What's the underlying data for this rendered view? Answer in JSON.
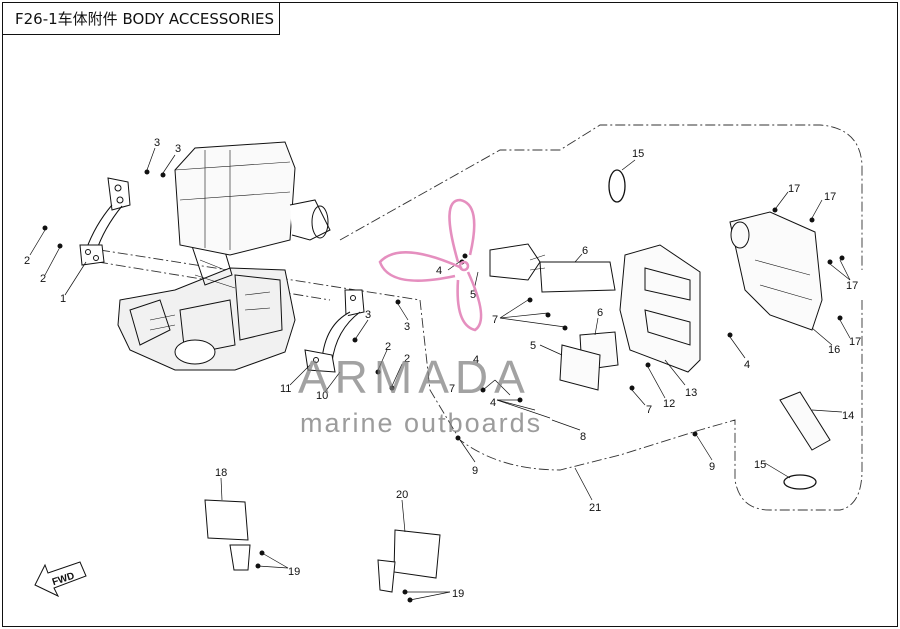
{
  "title": "F26-1车体附件 BODY ACCESSORIES",
  "watermark": {
    "brand": "ARMADA",
    "tagline": "marine outboards",
    "color": "#e58fbf"
  },
  "direction_marker": "FWD",
  "callouts": [
    "2",
    "2",
    "1",
    "3",
    "3",
    "3",
    "3",
    "11",
    "10",
    "2",
    "2",
    "4",
    "5",
    "6",
    "7",
    "15",
    "17",
    "17",
    "17",
    "16",
    "17",
    "4",
    "4",
    "4",
    "7",
    "6",
    "5",
    "13",
    "12",
    "7",
    "8",
    "9",
    "9",
    "21",
    "14",
    "15",
    "18",
    "19",
    "20",
    "19"
  ]
}
